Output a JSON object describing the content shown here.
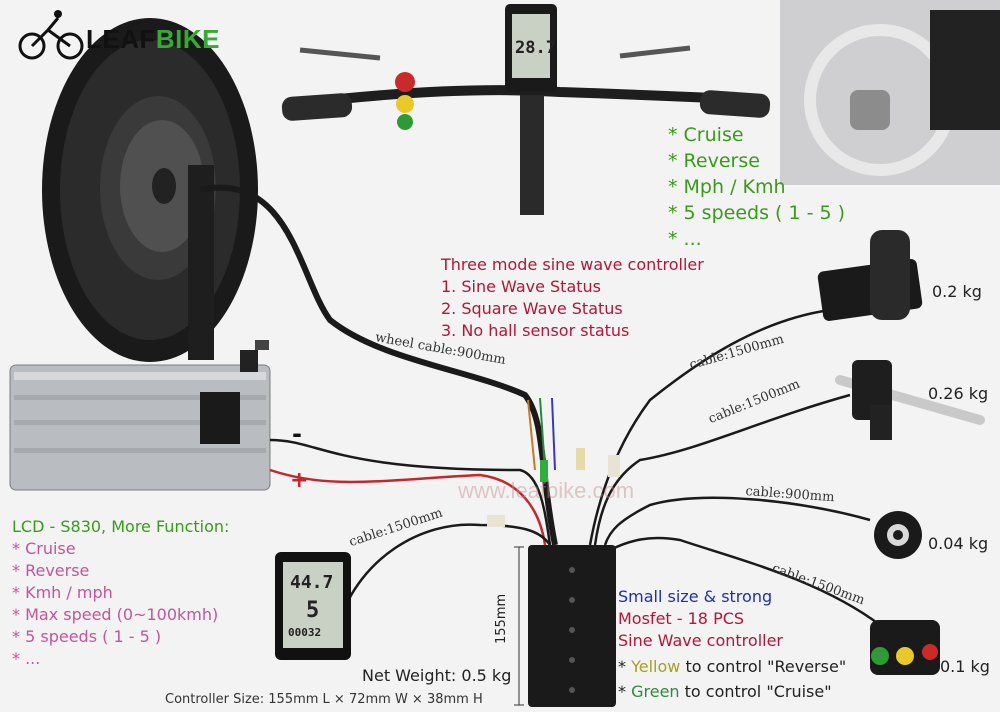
{
  "logo": {
    "part1": "LEAF",
    "part2": "BIKE"
  },
  "watermark": "www.leafbike.com",
  "features_right": {
    "items": [
      "* Cruise",
      "* Reverse",
      "* Mph / Kmh",
      "* 5 speeds ( 1 - 5 )",
      "* ..."
    ]
  },
  "controller_modes": {
    "title": "Three mode sine wave controller",
    "items": [
      "1. Sine Wave Status",
      "2. Square Wave Status",
      "3. No hall sensor status"
    ]
  },
  "cables": {
    "wheel": "wheel cable:900mm",
    "throttle": "cable:1500mm",
    "brake": "cable:1500mm",
    "pas": "cable:900mm",
    "switch": "cable:1500mm",
    "lcd": "cable:1500mm"
  },
  "weights": {
    "throttle": "0.2 kg",
    "brake": "0.26 kg",
    "pas": "0.04 kg",
    "switch": "0.1 kg"
  },
  "battery": {
    "minus": "-",
    "plus": "+"
  },
  "lcd_features": {
    "title": "LCD - S830, More Function:",
    "items": [
      "* Cruise",
      "* Reverse",
      "* Kmh / mph",
      "* Max speed (0~100kmh)",
      "* 5 speeds ( 1 - 5 )",
      "* ..."
    ]
  },
  "controller_info": {
    "line1": "Small size & strong",
    "line2": "Mosfet - 18 PCS",
    "line3": "Sine Wave controller",
    "yellow_prefix": "* ",
    "yellow_word": "Yellow",
    "yellow_rest": " to control \"Reverse\"",
    "green_prefix": "* ",
    "green_word": "Green",
    "green_rest": " to control \"Cruise\""
  },
  "net_weight": "Net Weight: 0.5 kg",
  "dimension_label": "155mm",
  "controller_size": "Controller Size: 155mm L × 72mm W × 38mm H",
  "display_top": {
    "speed": "28.7"
  },
  "display_bottom": {
    "speed": "44.7",
    "gear": "5",
    "odo": "00032"
  },
  "colors": {
    "green": "#3a9a1a",
    "crimson": "#b0173a",
    "pink": "#c2569a",
    "navy": "#1f2fa8",
    "yellow_word": "#a8a020",
    "green_word": "#2e8b3a"
  }
}
